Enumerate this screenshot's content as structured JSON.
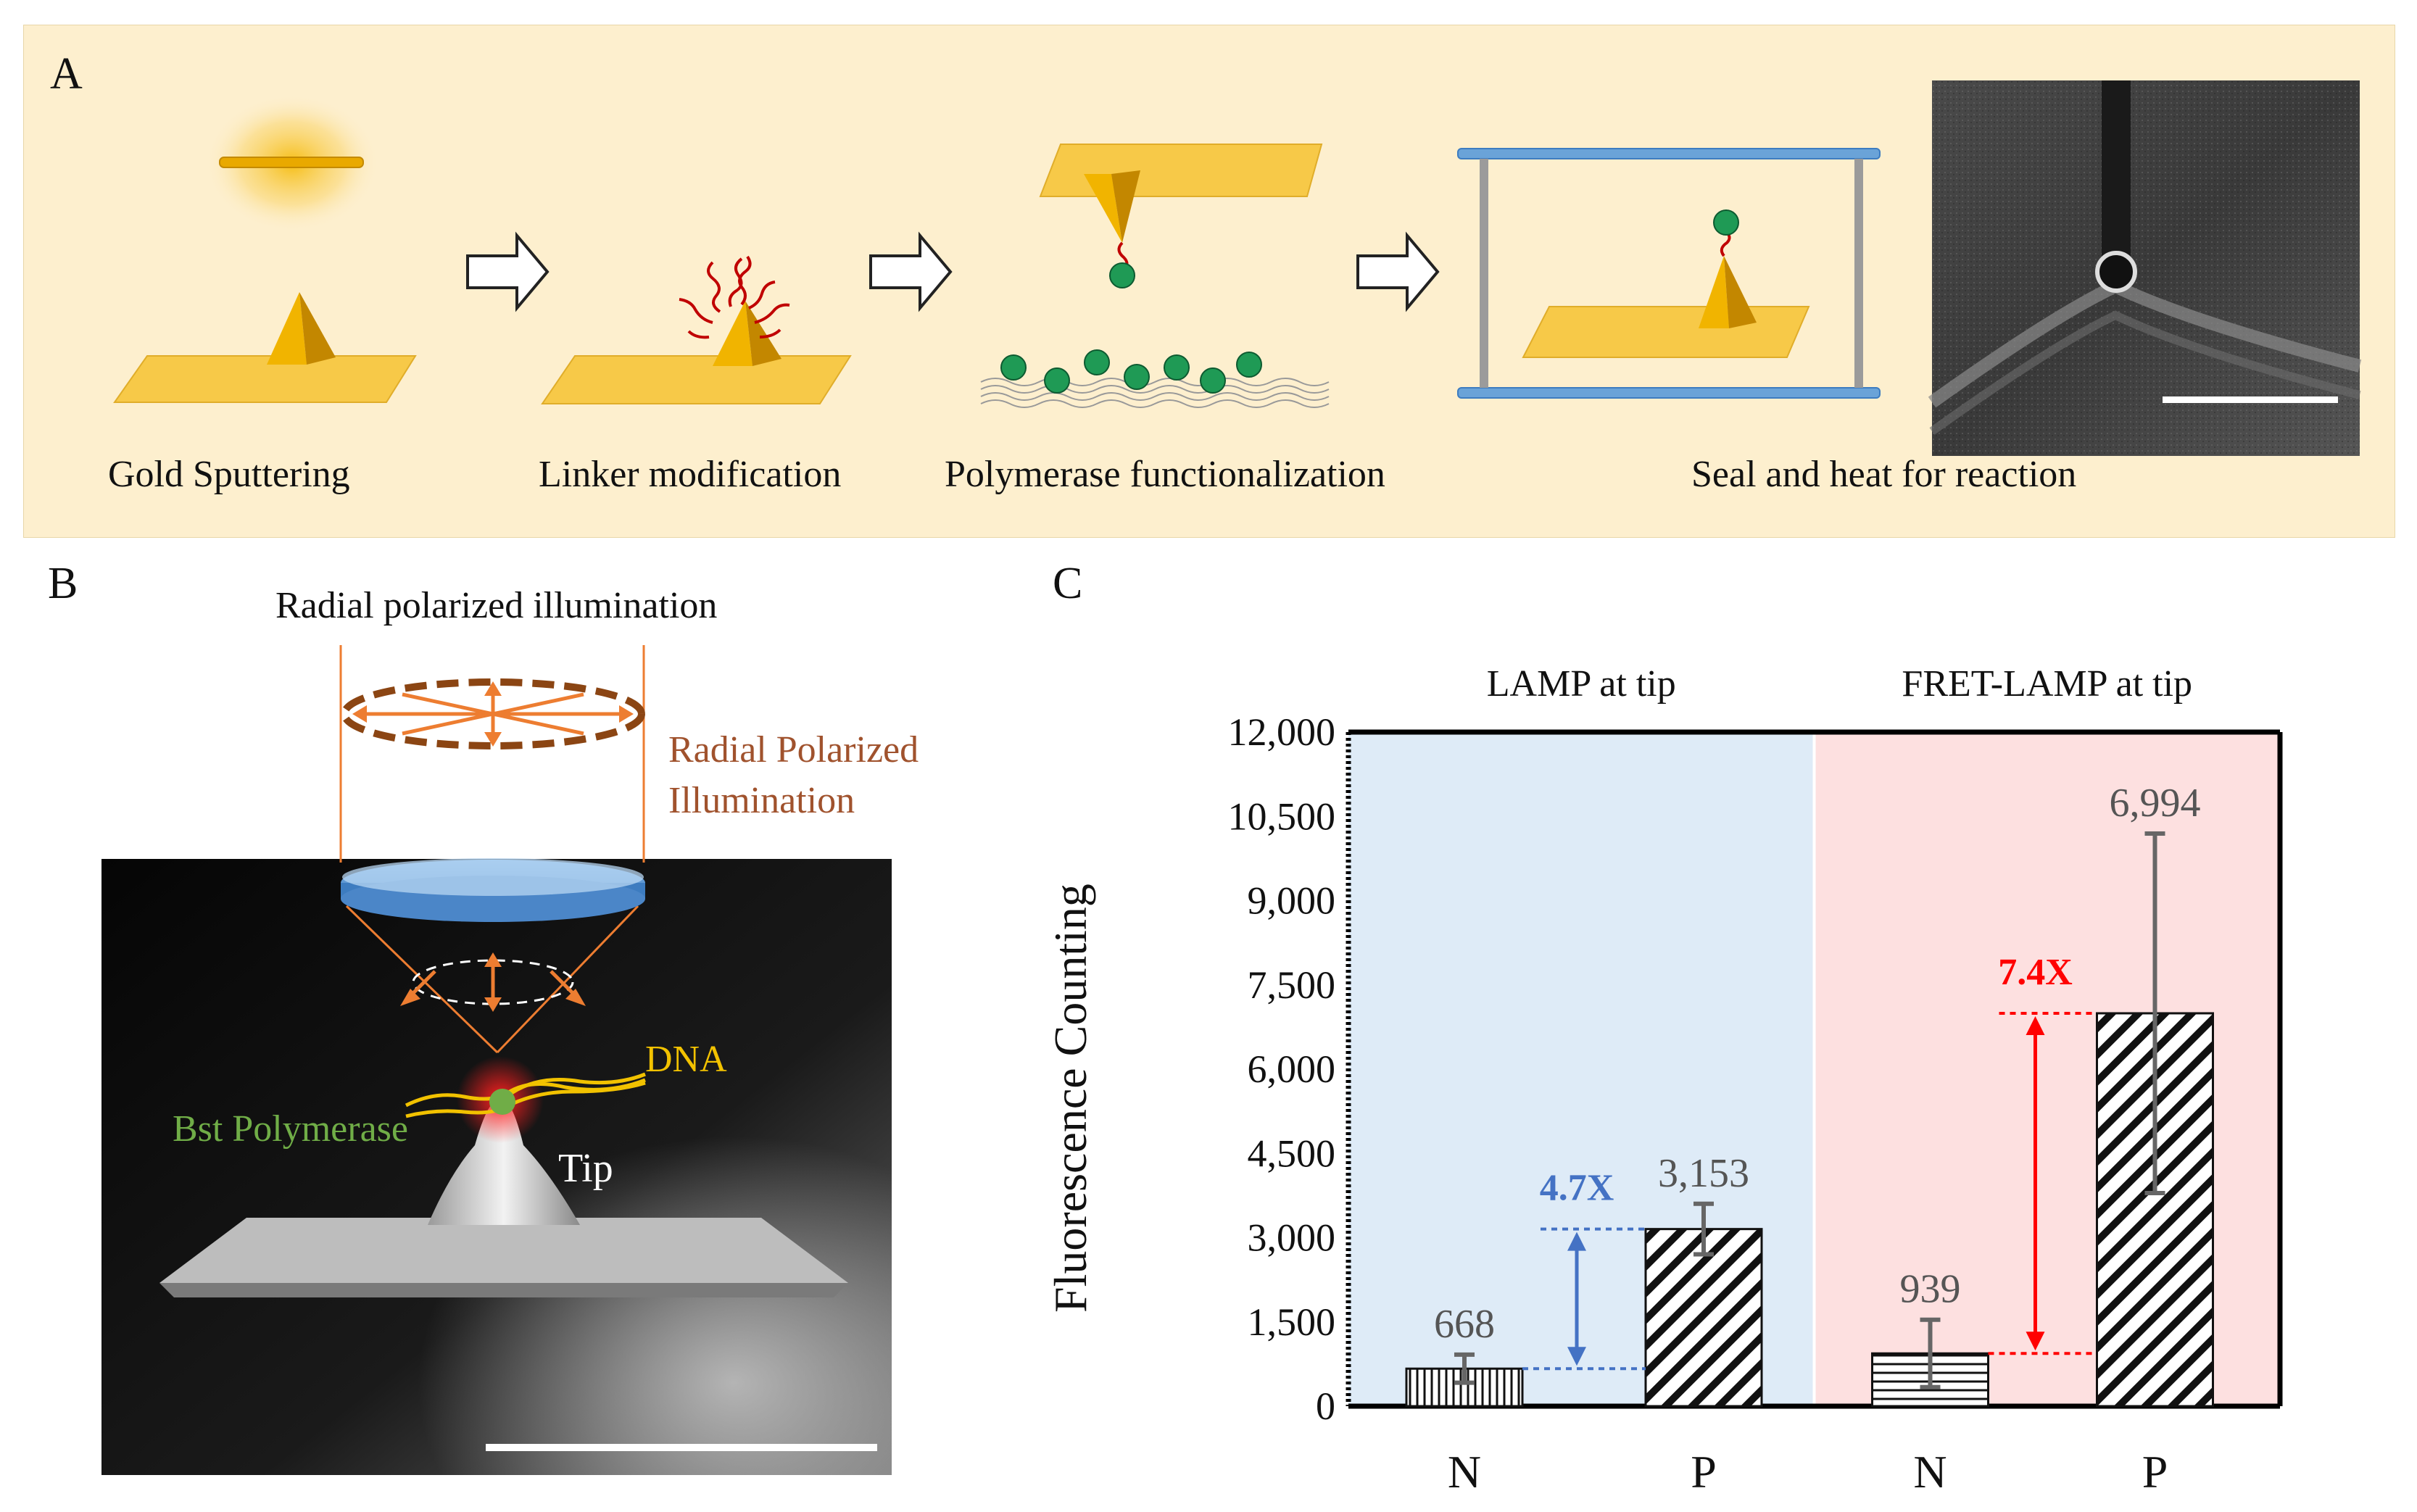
{
  "panels": {
    "a": {
      "letter": "A",
      "steps": [
        "Gold Sputtering",
        "Linker modification",
        "Polymerase  functionalization",
        "Seal and heat for reaction"
      ]
    },
    "b": {
      "letter": "B",
      "title": "Radial  polarized  illumination",
      "illum_label_1": "Radial  Polarized",
      "illum_label_2": "Illumination",
      "dna_label": "DNA",
      "polymerase_label": "Bst Polymerase",
      "tip_label": "Tip"
    },
    "c": {
      "letter": "C",
      "group_labels": [
        "LAMP at tip",
        "FRET-LAMP at tip"
      ],
      "y_axis_label": "Fluorescence   Counting",
      "fold_labels": [
        "4.7X",
        "7.4X"
      ]
    }
  },
  "colors": {
    "panel_a_bg": "#fdefce",
    "gold": "#f5c842",
    "lamp_bg": "#deebf7",
    "fret_bg": "#fde0e0",
    "lamp_accent": "#4472c4",
    "fret_accent": "#ff0000",
    "illum_orange": "#ed7d31",
    "illum_brown": "#8b4513",
    "dna_yellow": "#f2c200",
    "polymerase_green": "#70ad47"
  },
  "chart_data": {
    "type": "bar",
    "ylabel": "Fluorescence   Counting",
    "ylim": [
      0,
      12000
    ],
    "yticks": [
      "0",
      "1,500",
      "3,000",
      "4,500",
      "6,000",
      "7,500",
      "9,000",
      "10,500",
      "12,000"
    ],
    "ytick_values": [
      0,
      1500,
      3000,
      4500,
      6000,
      7500,
      9000,
      10500,
      12000
    ],
    "groups": [
      {
        "label": "LAMP at tip",
        "categories": [
          "N",
          "P"
        ],
        "values": [
          668,
          3153
        ],
        "value_labels": [
          "668",
          "3,153"
        ],
        "errors": [
          250,
          450
        ],
        "fold_change": "4.7X"
      },
      {
        "label": "FRET-LAMP at tip",
        "categories": [
          "N",
          "P"
        ],
        "values": [
          939,
          6994
        ],
        "value_labels": [
          "939",
          "6,994"
        ],
        "errors": [
          600,
          3200
        ],
        "fold_change": "7.4X"
      }
    ]
  }
}
